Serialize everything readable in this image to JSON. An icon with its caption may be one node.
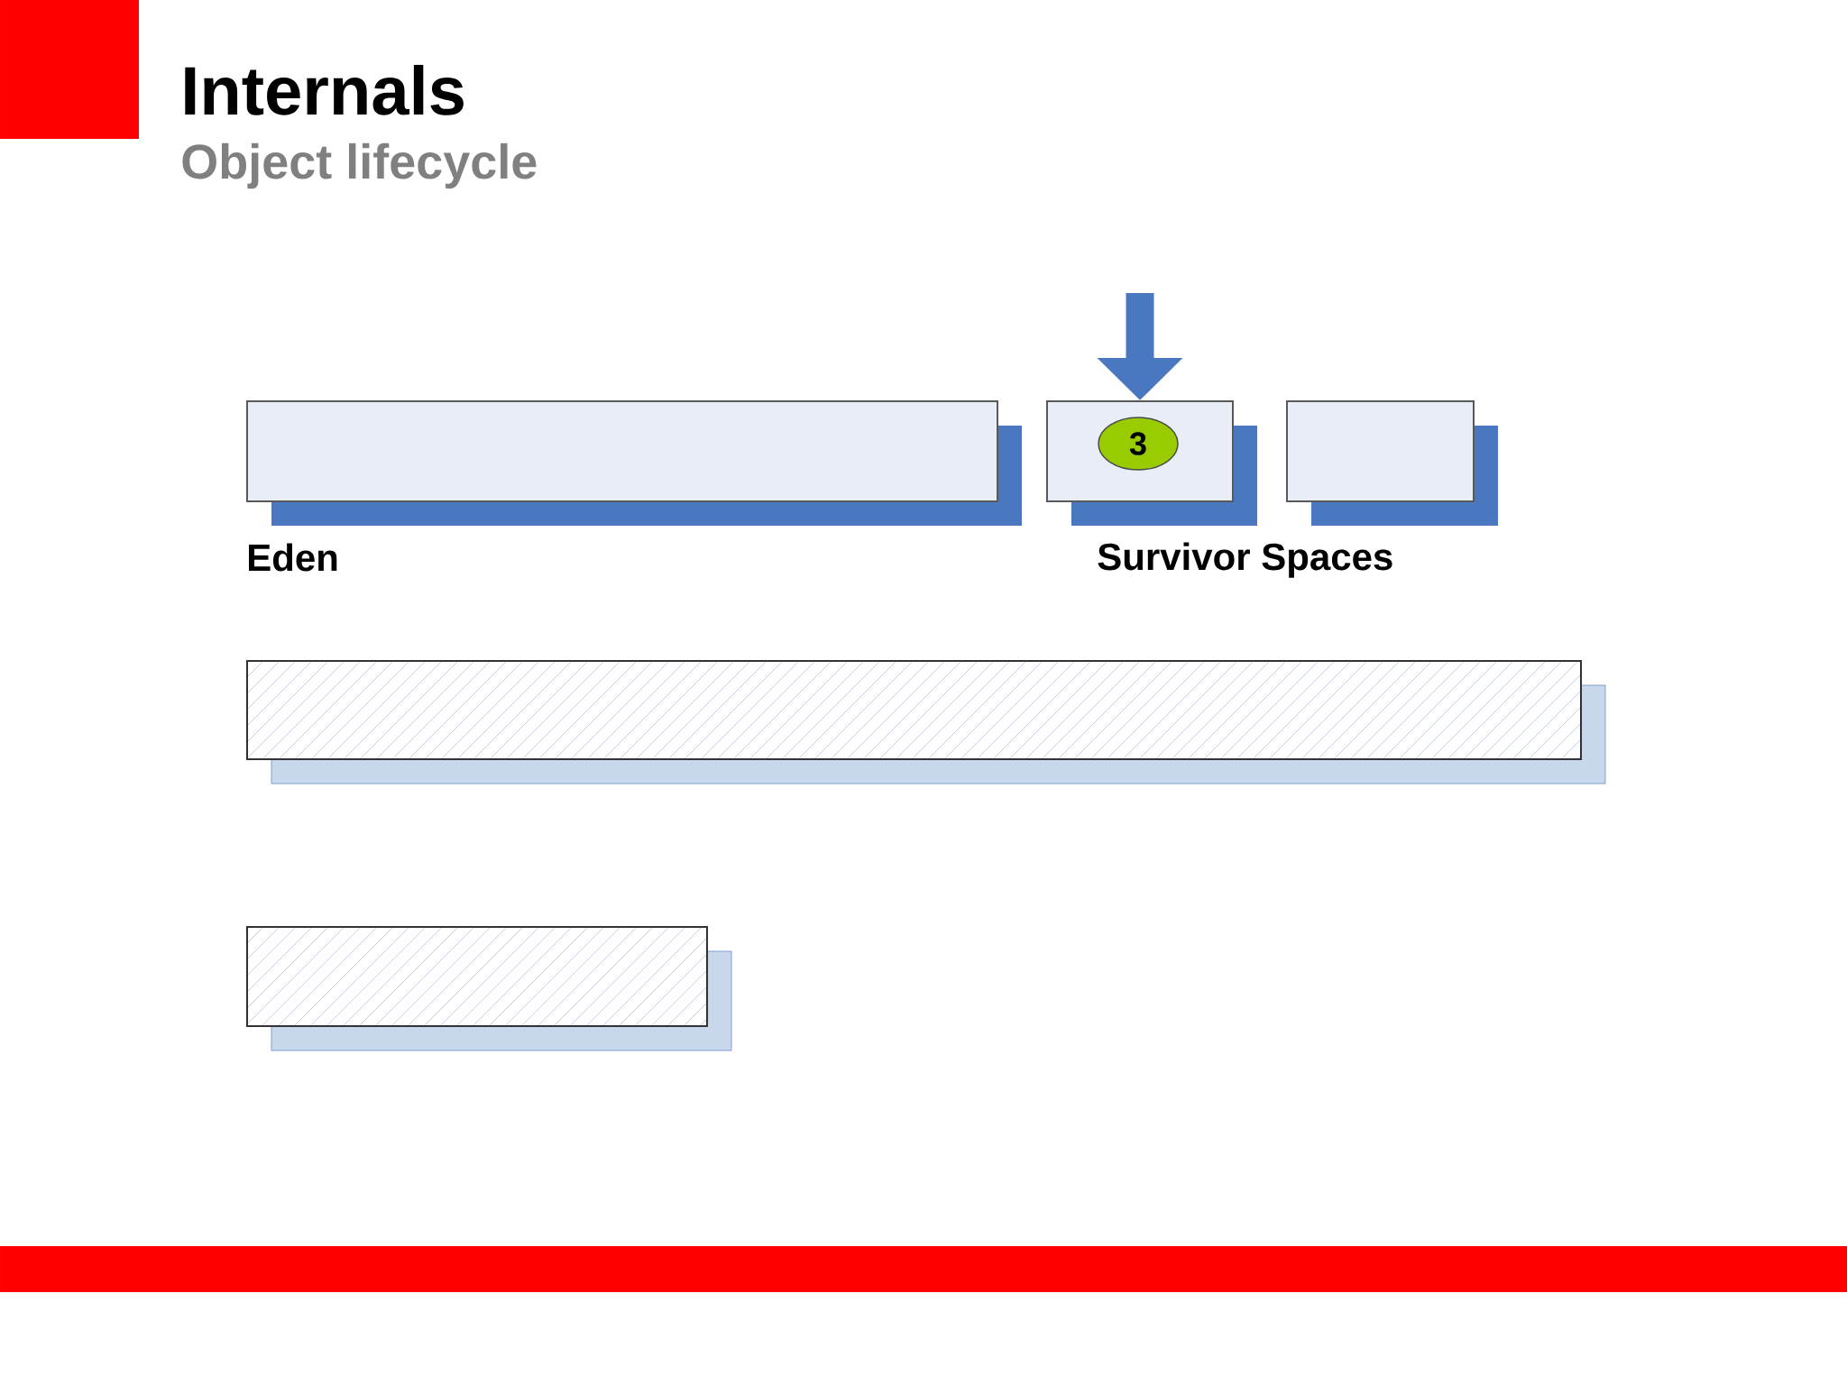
{
  "diagram": {
    "title": "Internals",
    "nodes": [
      {
        "text": [],
        "shape": "box",
        "beside": [
          "Eden"
        ]
      },
      {
        "text": [],
        "shape": "box"
      },
      {
        "text": [
          "3"
        ],
        "in": 1
      },
      {
        "text": [],
        "shape": "box"
      },
      {
        "text": [],
        "shape": "box"
      },
      {
        "text": [],
        "shape": "box"
      }
    ],
    "edges": [
      {
        "from": null,
        "to": 1,
        "arrow": "to"
      }
    ],
    "labels": [
      "Object lifecycle",
      "Survivor Spaces"
    ]
  }
}
